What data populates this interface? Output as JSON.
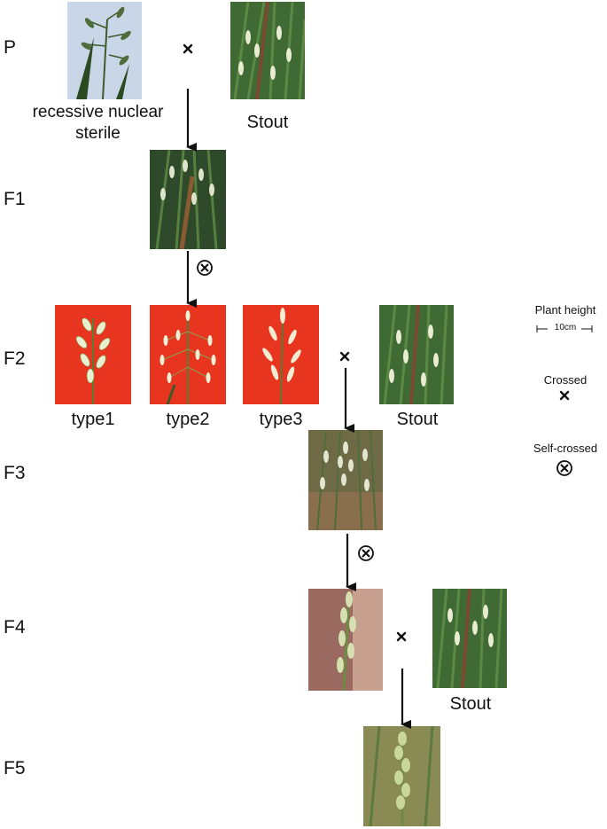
{
  "generations": [
    "P",
    "F1",
    "F2",
    "F3",
    "F4",
    "F5"
  ],
  "labels": {
    "parent_mutant": "recessive nuclear sterile",
    "stout": "Stout",
    "type1": "type1",
    "type2": "type2",
    "type3": "type3"
  },
  "legend": {
    "plant_height": "Plant height",
    "scale": "10cm",
    "crossed": "Crossed",
    "self_crossed": "Self-crossed"
  },
  "colors": {
    "red_background": "#e8351f",
    "sky_background": "#c8d6e8",
    "field_green": "#3f6a33",
    "panicle_white": "#e9ecd2"
  },
  "icons": {
    "cross": "cross-icon",
    "self": "self-cross-icon"
  }
}
